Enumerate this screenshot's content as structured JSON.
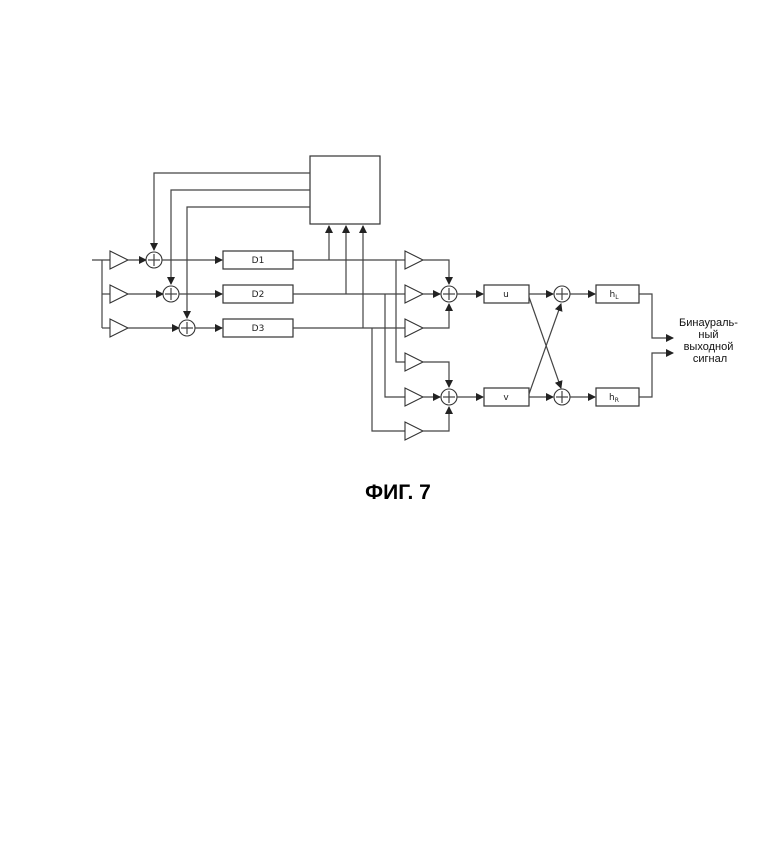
{
  "figure": {
    "title": "ФИГ. 7"
  },
  "blocks": {
    "d1": "D1",
    "d2": "D2",
    "d3": "D3",
    "u": "u",
    "v": "v",
    "hl_base": "h",
    "hl_sub": "L",
    "hr_base": "h",
    "hr_sub": "R"
  },
  "output": {
    "lines": [
      "Бинаураль-",
      "ный",
      "выходной",
      "сигнал"
    ]
  }
}
